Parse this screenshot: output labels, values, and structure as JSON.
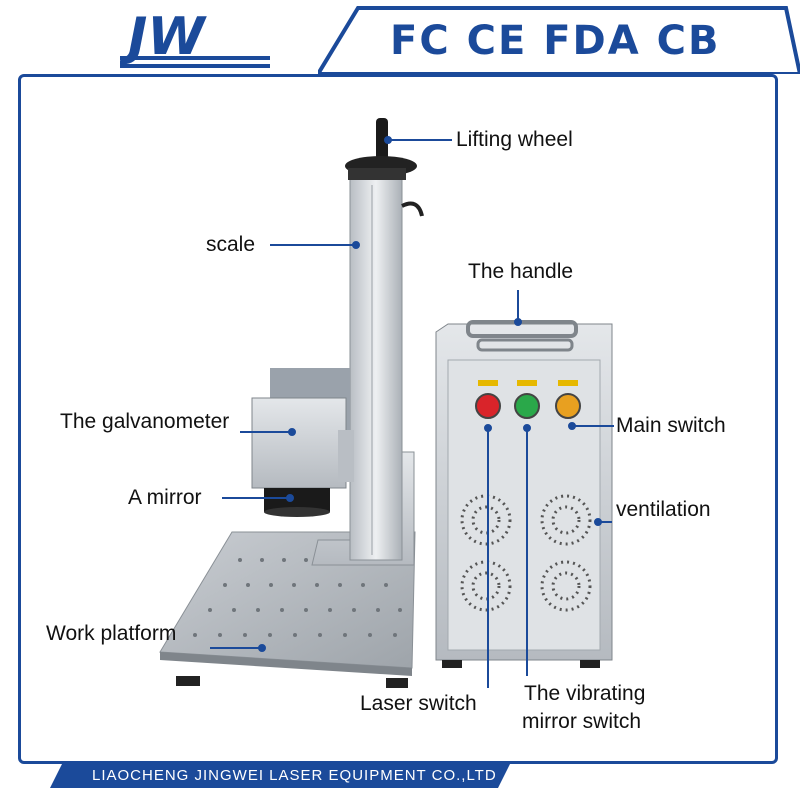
{
  "logo": {
    "text": "JW",
    "color": "#1b4a9a"
  },
  "certifications": "FC CE FDA CB",
  "labels": {
    "lifting_wheel": "Lifting wheel",
    "scale": "scale",
    "the_handle": "The handle",
    "galvanometer": "The galvanometer",
    "main_switch": "Main switch",
    "a_mirror": "A mirror",
    "ventilation": "ventilation",
    "work_platform": "Work platform",
    "laser_switch": "Laser switch",
    "vibrating_mirror_line1": "The vibrating",
    "vibrating_mirror_line2": "mirror switch"
  },
  "footer": {
    "company": "LIAOCHENG JINGWEI LASER EQUIPMENT CO.,LTD"
  },
  "colors": {
    "brand_blue": "#1b4a9a",
    "laser_button": "#d9242a",
    "galvo_button": "#2aa84a",
    "main_button": "#e8a020"
  }
}
